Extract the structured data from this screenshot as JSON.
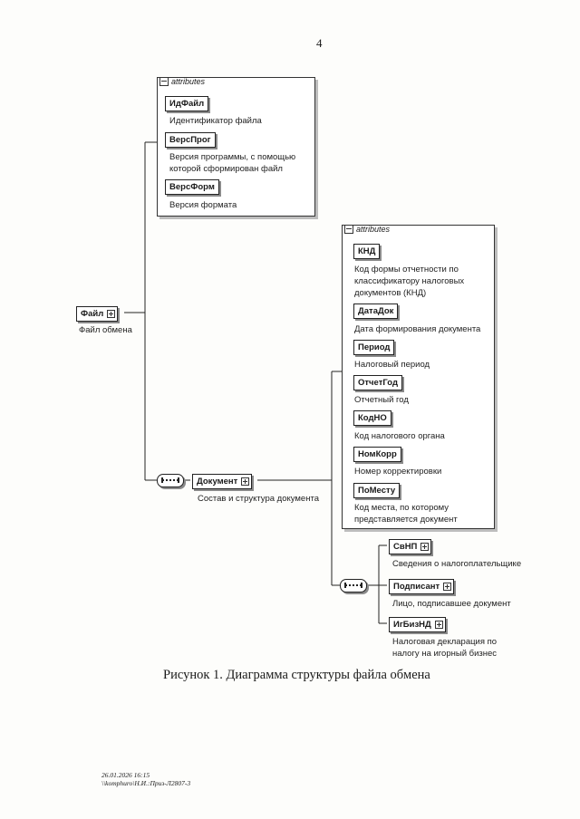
{
  "page_number": "4",
  "root": {
    "name": "Файл",
    "desc": "Файл обмена"
  },
  "root_attrs": {
    "header": "attributes",
    "items": [
      {
        "name": "ИдФайл",
        "desc": [
          "Идентификатор файла"
        ]
      },
      {
        "name": "ВерсПрог",
        "desc": [
          "Версия программы, с помощью",
          "которой сформирован файл"
        ]
      },
      {
        "name": "ВерсФорм",
        "desc": [
          "Версия формата"
        ]
      }
    ]
  },
  "document": {
    "name": "Документ",
    "desc": "Состав и структура документа"
  },
  "doc_attrs": {
    "header": "attributes",
    "items": [
      {
        "name": "КНД",
        "desc": [
          "Код формы отчетности по",
          "классификатору налоговых",
          "документов (КНД)"
        ]
      },
      {
        "name": "ДатаДок",
        "desc": [
          "Дата формирования документа"
        ]
      },
      {
        "name": "Период",
        "desc": [
          "Налоговый период"
        ]
      },
      {
        "name": "ОтчетГод",
        "desc": [
          "Отчетный год"
        ]
      },
      {
        "name": "КодНО",
        "desc": [
          "Код налогового органа"
        ]
      },
      {
        "name": "НомКорр",
        "desc": [
          "Номер корректировки"
        ]
      },
      {
        "name": "ПоМесту",
        "desc": [
          "Код места, по которому",
          "представляется документ"
        ]
      }
    ]
  },
  "children": [
    {
      "name": "СвНП",
      "desc": [
        "Сведения о налогоплательщике"
      ]
    },
    {
      "name": "Подписант",
      "desc": [
        "Лицо, подписавшее документ"
      ]
    },
    {
      "name": "ИгБизНД",
      "desc": [
        "Налоговая декларация по",
        "налогу на игорный бизнес"
      ]
    }
  ],
  "caption": "Рисунок 1. Диаграмма структуры файла обмена",
  "footer": {
    "line1": "26.01.2026 16:15",
    "line2": "\\\\komphuro\\Н.И.:Приз-Л2807-3"
  }
}
